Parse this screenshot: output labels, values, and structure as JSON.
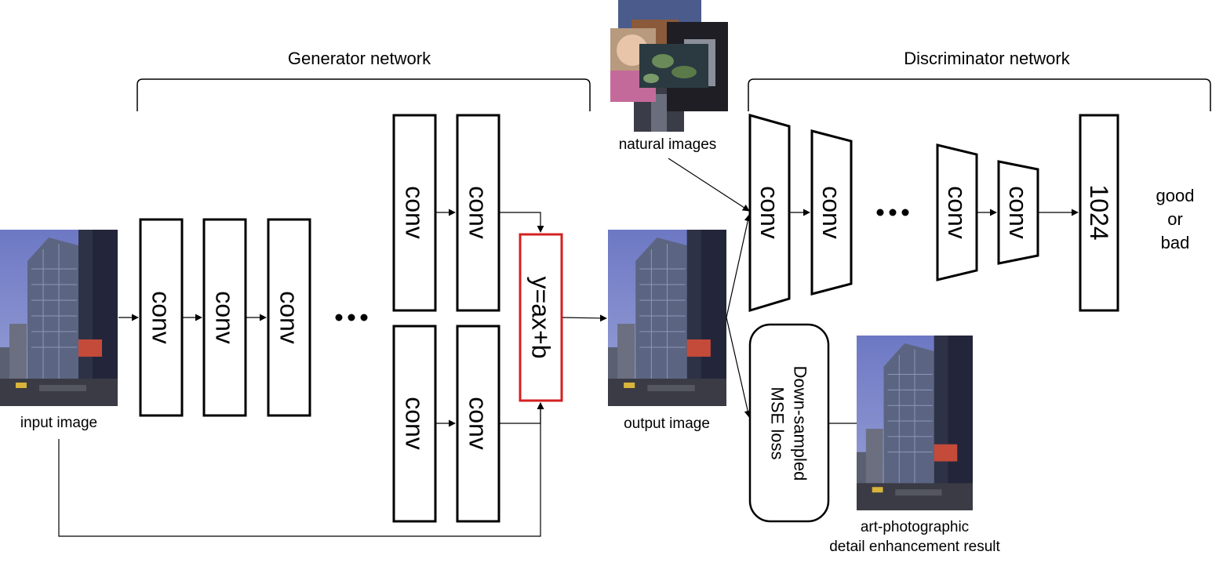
{
  "headings": {
    "generator": "Generator network",
    "discriminator": "Discriminator network"
  },
  "labels": {
    "input_image": "input image",
    "output_image": "output image",
    "natural_images": "natural images",
    "result_line1": "art-photographic",
    "result_line2": "detail enhancement result",
    "good": "good",
    "or": "or",
    "bad": "bad"
  },
  "blocks": {
    "conv": "conv",
    "affine": "y=ax+b",
    "fc": "1024",
    "loss_line1": "Down-sampled",
    "loss_line2": "MSE loss"
  },
  "colors": {
    "affine_border": "#d42020",
    "sky": "#7a86c8",
    "building": "#4e5670",
    "sign": "#c44a3a"
  }
}
